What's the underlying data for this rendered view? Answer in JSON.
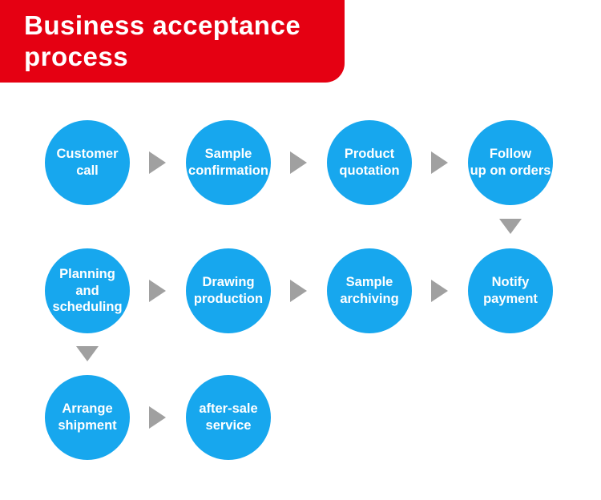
{
  "header": {
    "line1": "Business acceptance",
    "line2": "process"
  },
  "colors": {
    "header_bg": "#e50012",
    "node_bg": "#17a7ee",
    "arrow": "#a0a0a0",
    "node_text": "#ffffff"
  },
  "diagram": {
    "nodes": [
      {
        "label": "Customer\ncall"
      },
      {
        "label": "Sample\nconfirmation"
      },
      {
        "label": "Product\nquotation"
      },
      {
        "label": "Follow\nup on orders"
      },
      {
        "label": "Planning and\nscheduling"
      },
      {
        "label": "Drawing\nproduction"
      },
      {
        "label": "Sample\narchiving"
      },
      {
        "label": "Notify\npayment"
      },
      {
        "label": "Arrange\nshipment"
      },
      {
        "label": "after-sale\nservice"
      }
    ]
  }
}
